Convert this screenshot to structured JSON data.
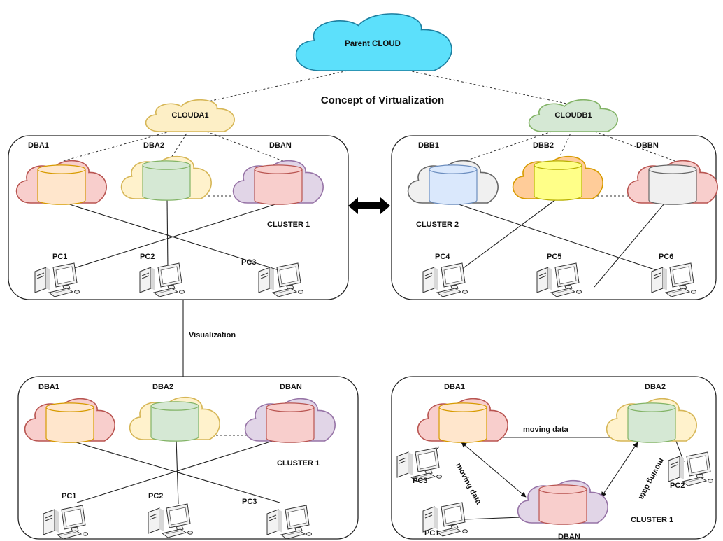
{
  "diagram": {
    "parent_cloud": {
      "label": "Parent CLOUD",
      "fill": "#5ce0fb",
      "stroke": "#1c7fa0"
    },
    "concept_label": "Concept of Virtualization",
    "visualization_label": "Visualization",
    "sub_clouds": [
      {
        "label": "CLOUDA1",
        "fill": "#fdefc6",
        "stroke": "#d6b656"
      },
      {
        "label": "CLOUDB1",
        "fill": "#d5e8d4",
        "stroke": "#82b366"
      }
    ],
    "cluster1": {
      "label": "CLUSTER 1",
      "databases": [
        {
          "label": "DBA1",
          "cloud_fill": "#f8cecc",
          "cloud_stroke": "#b85450",
          "db_fill": "#ffe6cc",
          "db_stroke": "#d79b00"
        },
        {
          "label": "DBA2",
          "cloud_fill": "#fff2cc",
          "cloud_stroke": "#d6b656",
          "db_fill": "#d5e8d4",
          "db_stroke": "#82b366"
        },
        {
          "label": "DBAN",
          "cloud_fill": "#e1d5e7",
          "cloud_stroke": "#9673a6",
          "db_fill": "#f8cecc",
          "db_stroke": "#b85450"
        }
      ],
      "pcs": [
        "PC1",
        "PC2",
        "PC3"
      ]
    },
    "cluster2": {
      "label": "CLUSTER 2",
      "databases": [
        {
          "label": "DBB1",
          "cloud_fill": "#f0f0f0",
          "cloud_stroke": "#666666",
          "db_fill": "#dae8fc",
          "db_stroke": "#6c8ebf"
        },
        {
          "label": "DBB2",
          "cloud_fill": "#ffcc99",
          "cloud_stroke": "#d79b00",
          "db_fill": "#ffff88",
          "db_stroke": "#b8b000"
        },
        {
          "label": "DBBN",
          "cloud_fill": "#f8cecc",
          "cloud_stroke": "#b85450",
          "db_fill": "#f0f0f0",
          "db_stroke": "#666666"
        }
      ],
      "pcs": [
        "PC4",
        "PC5",
        "PC6"
      ]
    },
    "bottom_left": {
      "label": "CLUSTER 1",
      "databases": [
        "DBA1",
        "DBA2",
        "DBAN"
      ],
      "pcs": [
        "PC1",
        "PC2",
        "PC3"
      ]
    },
    "bottom_right": {
      "label": "CLUSTER 1",
      "databases": [
        "DBA1",
        "DBA2",
        "DBAN"
      ],
      "pcs": [
        "PC3",
        "PC2",
        "PC1"
      ],
      "arrow_labels": [
        "moving data",
        "moving data",
        "moving data"
      ]
    }
  }
}
